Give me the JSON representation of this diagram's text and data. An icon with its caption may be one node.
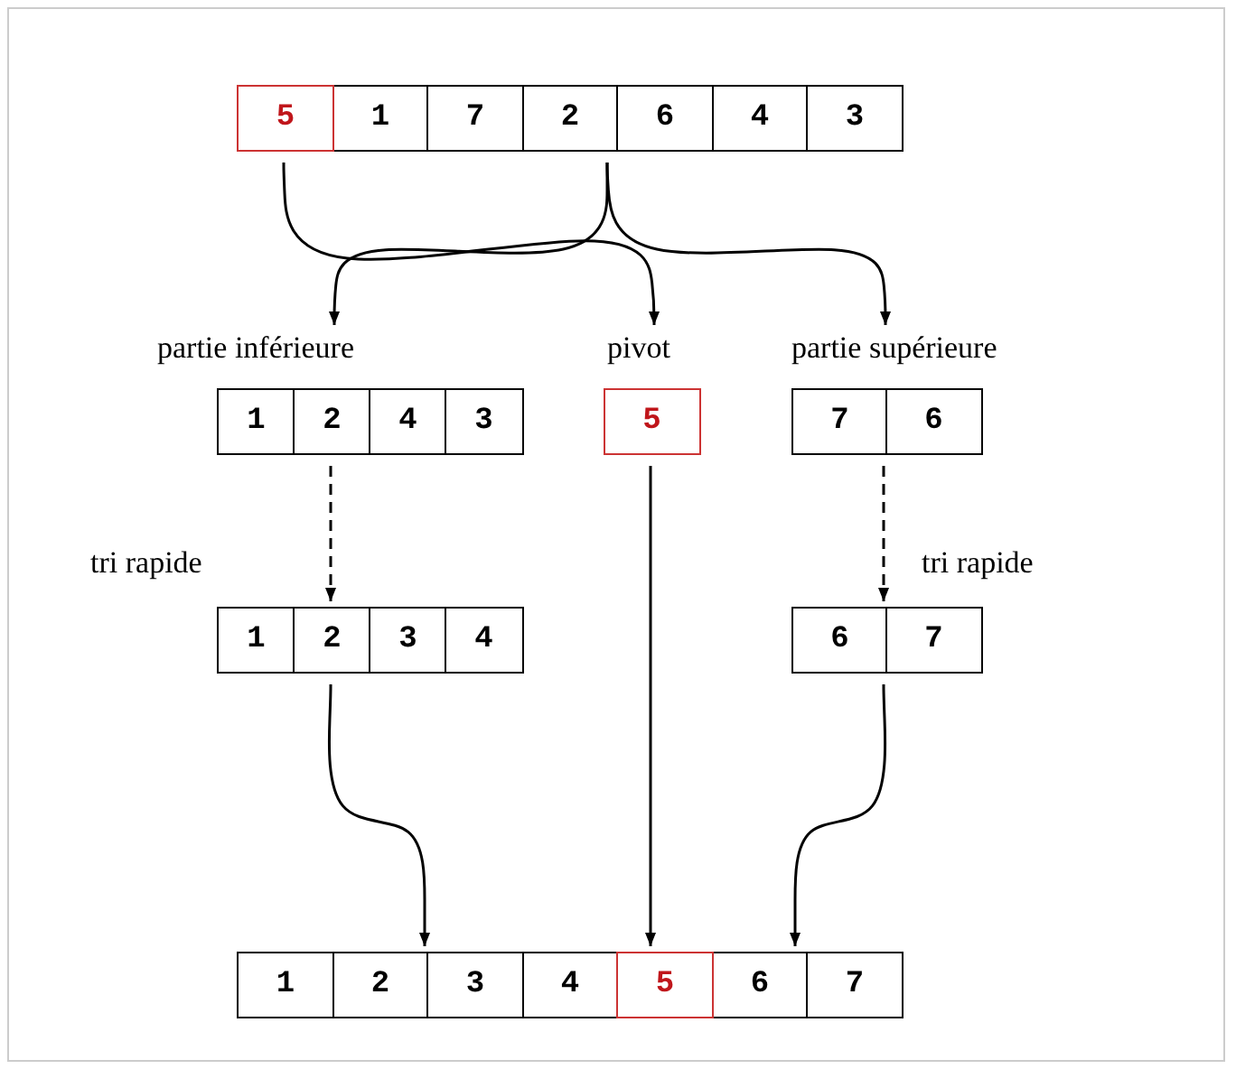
{
  "diagram": {
    "nodes": [
      {
        "text": [
          "5",
          "1",
          "7",
          "2",
          "6",
          "4",
          "3"
        ]
      },
      {
        "text": [
          "1",
          "2",
          "4",
          "3"
        ],
        "beside": [
          "partie inférieure"
        ]
      },
      {
        "text": [
          "5"
        ],
        "beside": [
          "pivot"
        ]
      },
      {
        "text": [
          "7",
          "6"
        ],
        "beside": [
          "partie supérieure"
        ]
      },
      {
        "text": [
          "1",
          "2",
          "3",
          "4"
        ]
      },
      {
        "text": [
          "6",
          "7"
        ]
      },
      {
        "text": [
          "1",
          "2",
          "3",
          "4",
          "5",
          "6",
          "7"
        ]
      }
    ],
    "edges": [
      {
        "from": 0,
        "to": 1,
        "arrow": "to"
      },
      {
        "from": 0,
        "to": 2,
        "arrow": "to"
      },
      {
        "from": 0,
        "to": 3,
        "arrow": "to"
      },
      {
        "from": 1,
        "to": 4,
        "arrow": "to",
        "style": "dashed",
        "label": "tri rapide"
      },
      {
        "from": 3,
        "to": 5,
        "arrow": "to",
        "style": "dashed",
        "label": "tri rapide"
      },
      {
        "from": 4,
        "to": 6,
        "arrow": "to"
      },
      {
        "from": 2,
        "to": 6,
        "arrow": "to"
      },
      {
        "from": 5,
        "to": 6,
        "arrow": "to"
      }
    ]
  }
}
